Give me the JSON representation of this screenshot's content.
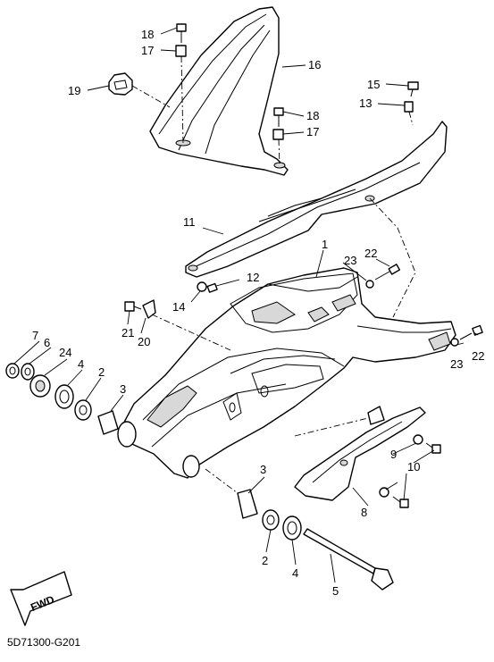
{
  "diagram_code": "5D71300-G201",
  "fwd_label": "FWD",
  "callouts": {
    "c1": "1",
    "c2a": "2",
    "c2b": "2",
    "c3a": "3",
    "c3b": "3",
    "c4a": "4",
    "c4b": "4",
    "c5": "5",
    "c6": "6",
    "c7": "7",
    "c8": "8",
    "c9": "9",
    "c10": "10",
    "c11": "11",
    "c12": "12",
    "c13": "13",
    "c14": "14",
    "c15": "15",
    "c16": "16",
    "c17a": "17",
    "c17b": "17",
    "c18a": "18",
    "c18b": "18",
    "c19": "19",
    "c20": "20",
    "c21": "21",
    "c22a": "22",
    "c22b": "22",
    "c23a": "23",
    "c23b": "23",
    "c24": "24"
  }
}
